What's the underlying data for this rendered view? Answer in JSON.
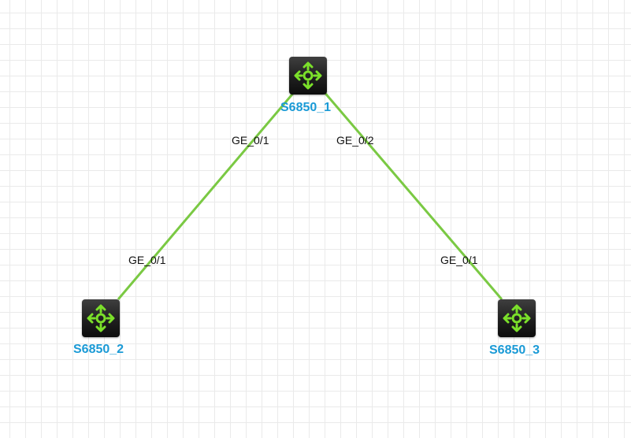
{
  "colors": {
    "link": "#7ac943",
    "device_label": "#1a9ad6",
    "icon": "#7be02a",
    "grid": "#eaeaea"
  },
  "devices": [
    {
      "id": "s1",
      "name": "S6850_1",
      "icon": "router-icon"
    },
    {
      "id": "s2",
      "name": "S6850_2",
      "icon": "router-icon"
    },
    {
      "id": "s3",
      "name": "S6850_3",
      "icon": "router-icon"
    }
  ],
  "links": [
    {
      "from": "S6850_1",
      "from_port": "GE_0/1",
      "to": "S6850_2",
      "to_port": "GE_0/1"
    },
    {
      "from": "S6850_1",
      "from_port": "GE_0/2",
      "to": "S6850_3",
      "to_port": "GE_0/1"
    }
  ]
}
